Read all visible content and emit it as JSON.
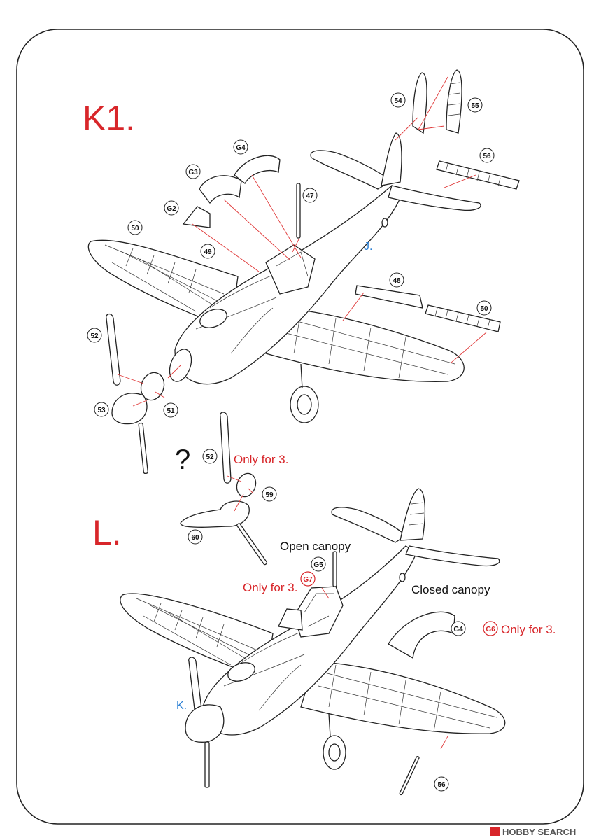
{
  "steps": {
    "k1": "K1.",
    "l": "L."
  },
  "notes": {
    "only_for_3_a": "Only for 3.",
    "only_for_3_b": "Only for 3.",
    "only_for_3_c": "Only for 3.",
    "open_canopy": "Open canopy",
    "closed_canopy": "Closed canopy",
    "question": "?"
  },
  "refs": {
    "j": "J.",
    "k": "K."
  },
  "parts": {
    "p54": "54",
    "p55": "55",
    "p56a": "56",
    "p47": "47",
    "p50a": "50",
    "p49": "49",
    "p48": "48",
    "p50b": "50",
    "p52a": "52",
    "p53": "53",
    "p51": "51",
    "p52b": "52",
    "p59": "59",
    "p60": "60",
    "p56b": "56",
    "g4a": "G4",
    "g3": "G3",
    "g2": "G2",
    "g5": "G5",
    "g7": "G7",
    "g4b": "G4",
    "g6": "G6"
  },
  "watermark": "HOBBY SEARCH",
  "colors": {
    "accent_red": "#d8262a",
    "ref_blue": "#2a7fd4",
    "arrow_red": "#e03a3a"
  }
}
